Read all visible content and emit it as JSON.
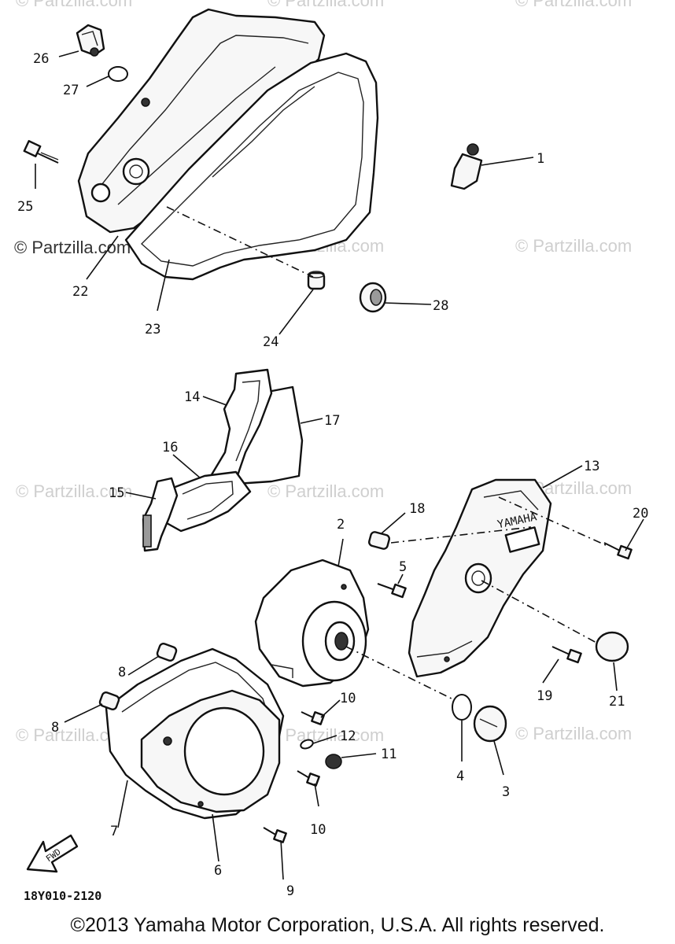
{
  "watermark": "© Partzilla.com",
  "diagram_code": "18Y010-2120",
  "copyright": "©2013  Yamaha Motor Corporation, U.S.A. All rights reserved.",
  "cover_brand_text": "YAMAHA",
  "fwd_arrow_text": "FWD",
  "callouts": {
    "c1": "1",
    "c2": "2",
    "c3": "3",
    "c4": "4",
    "c5": "5",
    "c6": "6",
    "c7": "7",
    "c8a": "8",
    "c8b": "8",
    "c9": "9",
    "c10a": "10",
    "c10b": "10",
    "c11": "11",
    "c12": "12",
    "c13": "13",
    "c14": "14",
    "c15": "15",
    "c16": "16",
    "c17": "17",
    "c18": "18",
    "c19": "19",
    "c20": "20",
    "c21": "21",
    "c22": "22",
    "c23": "23",
    "c24": "24",
    "c25": "25",
    "c26": "26",
    "c27": "27",
    "c28": "28"
  }
}
